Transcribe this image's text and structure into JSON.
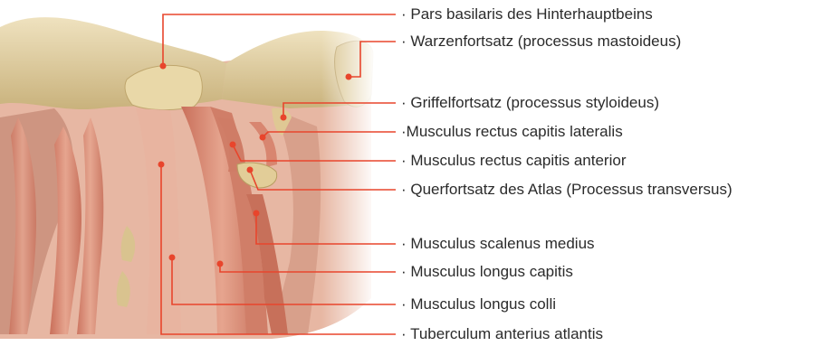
{
  "labels": [
    "· Pars basilaris des Hinterhauptbeins",
    "· Warzenfortsatz (processus mastoideus)",
    "· Griffelfortsatz (processus styloideus)",
    "·Musculus rectus capitis lateralis",
    "· Musculus rectus capitis anterior",
    "· Querfortsatz des Atlas (Processus transversus)",
    "· Musculus scalenus medius",
    "· Musculus longus capitis",
    "· Musculus longus colli",
    "· Tuberculum anterius atlantis"
  ],
  "colors": {
    "leader_line": "#e8452c",
    "marker_dot": "#e8452c",
    "bone": "#dcc99a",
    "muscle": "#d98770",
    "text": "#2b2b2b"
  }
}
